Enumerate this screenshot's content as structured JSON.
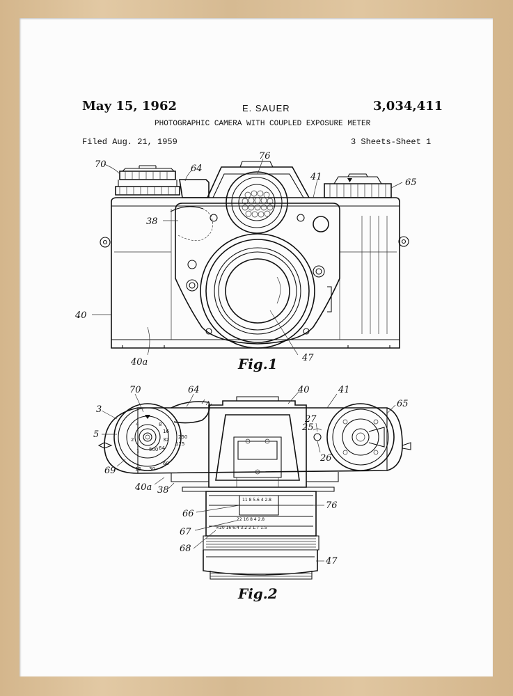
{
  "patent": {
    "date": "May 15, 1962",
    "inventor": "E. SAUER",
    "number": "3,034,411",
    "title": "PHOTOGRAPHIC CAMERA WITH COUPLED EXPOSURE METER",
    "filed": "Filed Aug. 21, 1959",
    "sheets": "3 Sheets-Sheet 1"
  },
  "figures": {
    "fig1": {
      "caption": "Fig.1",
      "refs": [
        "70",
        "64",
        "76",
        "41",
        "65",
        "38",
        "40",
        "40a",
        "47"
      ]
    },
    "fig2": {
      "caption": "Fig.2",
      "refs": [
        "70",
        "64",
        "40",
        "41",
        "65",
        "3",
        "5",
        "69",
        "40a",
        "38",
        "27",
        "25",
        "26",
        "66",
        "67",
        "68",
        "76",
        "47"
      ]
    }
  },
  "dial_numbers": [
    "8",
    "16",
    "32",
    "64",
    "125",
    "250",
    "500",
    "15",
    "30",
    "60",
    "4",
    "2",
    "1"
  ],
  "scale_text": {
    "top": "11 8 5.6 4 2.8",
    "middle": "22 16 8 4 2.8",
    "bottom": "∞20 16 6.4 3.2 2 1.7 1.5"
  },
  "colors": {
    "frame": "#d9bf99",
    "mat": "#fcfcfc",
    "ink": "#111111"
  }
}
